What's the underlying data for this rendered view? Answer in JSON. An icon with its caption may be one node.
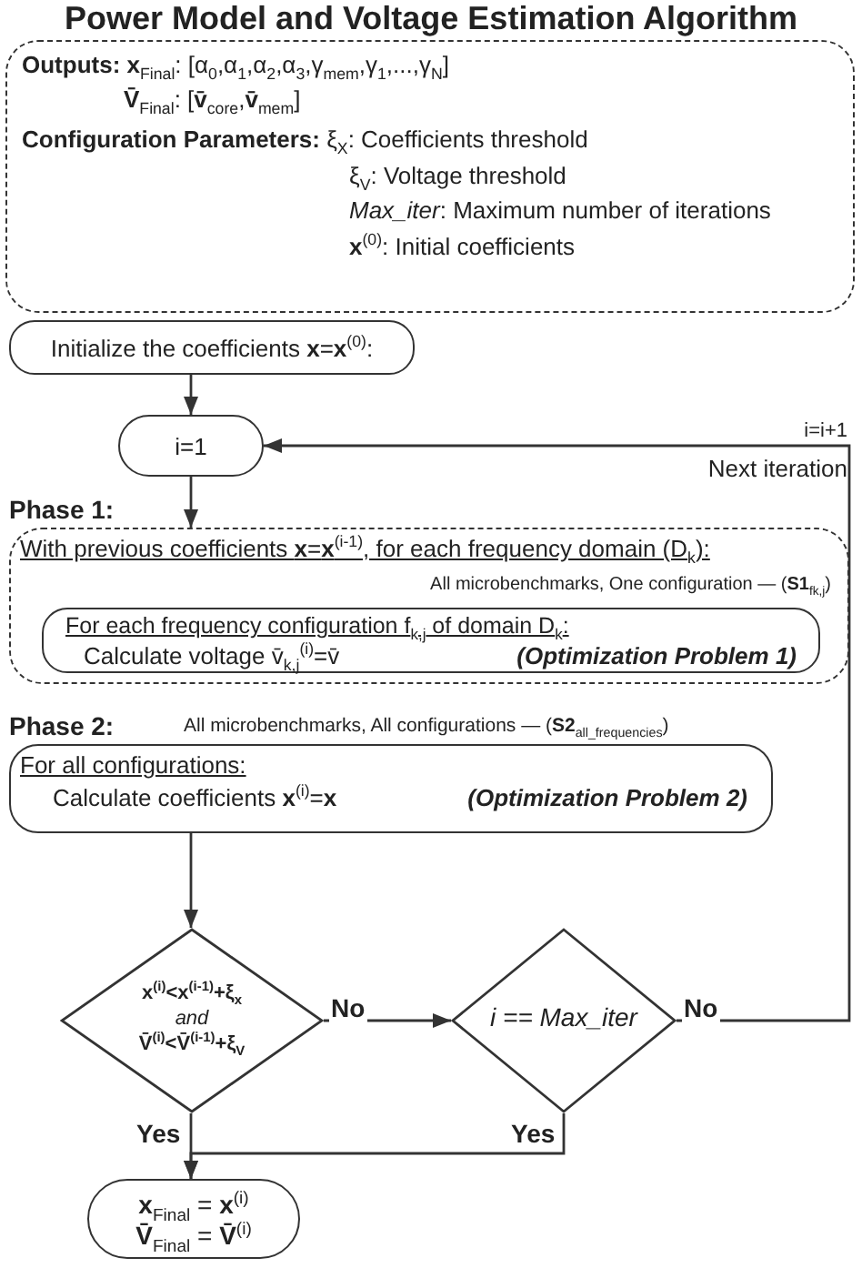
{
  "diagram": {
    "title": "Power Model and Voltage Estimation Algorithm",
    "nodes": [
      {
        "text": [
          "**Outputs:** **x**$_{Final}$: [α$_{0}$,α$_{1}$,α$_{2}$,α$_{3}$,γ$_{mem}$,γ$_{1}$,...,γ$_{N}$]",
          "**V̄**$_{Final}$: [**v̄**$_{core}$,**v̄**$_{mem}$]",
          "**Configuration Parameters:** ξ$_{X}$: Coefficients threshold",
          "ξ$_{V}$: Voltage threshold",
          "*Max_iter*: Maximum number of iterations",
          "**x**$^{(0)}$: Initial coefficients"
        ]
      },
      {
        "text": [
          "Initialize the coefficients **x**=**x**$^{(0)}$:"
        ]
      },
      {
        "text": [
          "i=1"
        ]
      },
      {
        "text": [
          "Phase 1:",
          "With previous coefficients **x**=**x**$^{(i-1)}$, for each frequency domain (D$_{k}$):",
          "All microbenchmarks, One configuration — (**S1**$_{fk,j}$)"
        ]
      },
      {
        "text": [
          "For each frequency configuration f$_{k,j}$ of domain D$_{k}$:",
          "Calculate voltage v̄$_{k,j}$$^{(i)}$=v̄",
          "(Optimization Problem 1)"
        ],
        "in": 3
      },
      {
        "text": [
          "Phase 2:",
          "For all configurations:",
          "Calculate coefficients **x**$^{(i)}$=**x**",
          "(Optimization Problem 2)"
        ],
        "beside": [
          "All microbenchmarks, All configurations — (**S2**$_{all_frequencies}$)"
        ]
      },
      {
        "text": [
          "**x**$^{(i)}$<**x**$^{(i-1)}$+**ξ**$_{x}$ *and* **V̄**$^{(i)}$<**V̄**$^{(i-1)}$+**ξ**$_{V}$"
        ]
      },
      {
        "text": [
          "i == Max_iter"
        ]
      },
      {
        "text": [
          "**x**$_{Final}$ = **x**$^{(i)}$",
          "**V̄**$_{Final}$ = **V̄**$^{(i)}$"
        ]
      }
    ],
    "edges": [
      {
        "from": 1,
        "to": 2,
        "arrow": "to"
      },
      {
        "from": 2,
        "to": 3,
        "arrow": "to"
      },
      {
        "from": 5,
        "to": 6,
        "arrow": "to"
      },
      {
        "from": 6,
        "to": 7,
        "arrow": "to",
        "label": "No"
      },
      {
        "from": 7,
        "to": 2,
        "arrow": "to",
        "label": "No"
      },
      {
        "from": 6,
        "to": 8,
        "arrow": "to",
        "label": "Yes"
      },
      {
        "from": 7,
        "to": 8,
        "arrow": "to",
        "label": "Yes"
      }
    ],
    "labels": [
      "i=i+1",
      "Next iteration"
    ]
  }
}
